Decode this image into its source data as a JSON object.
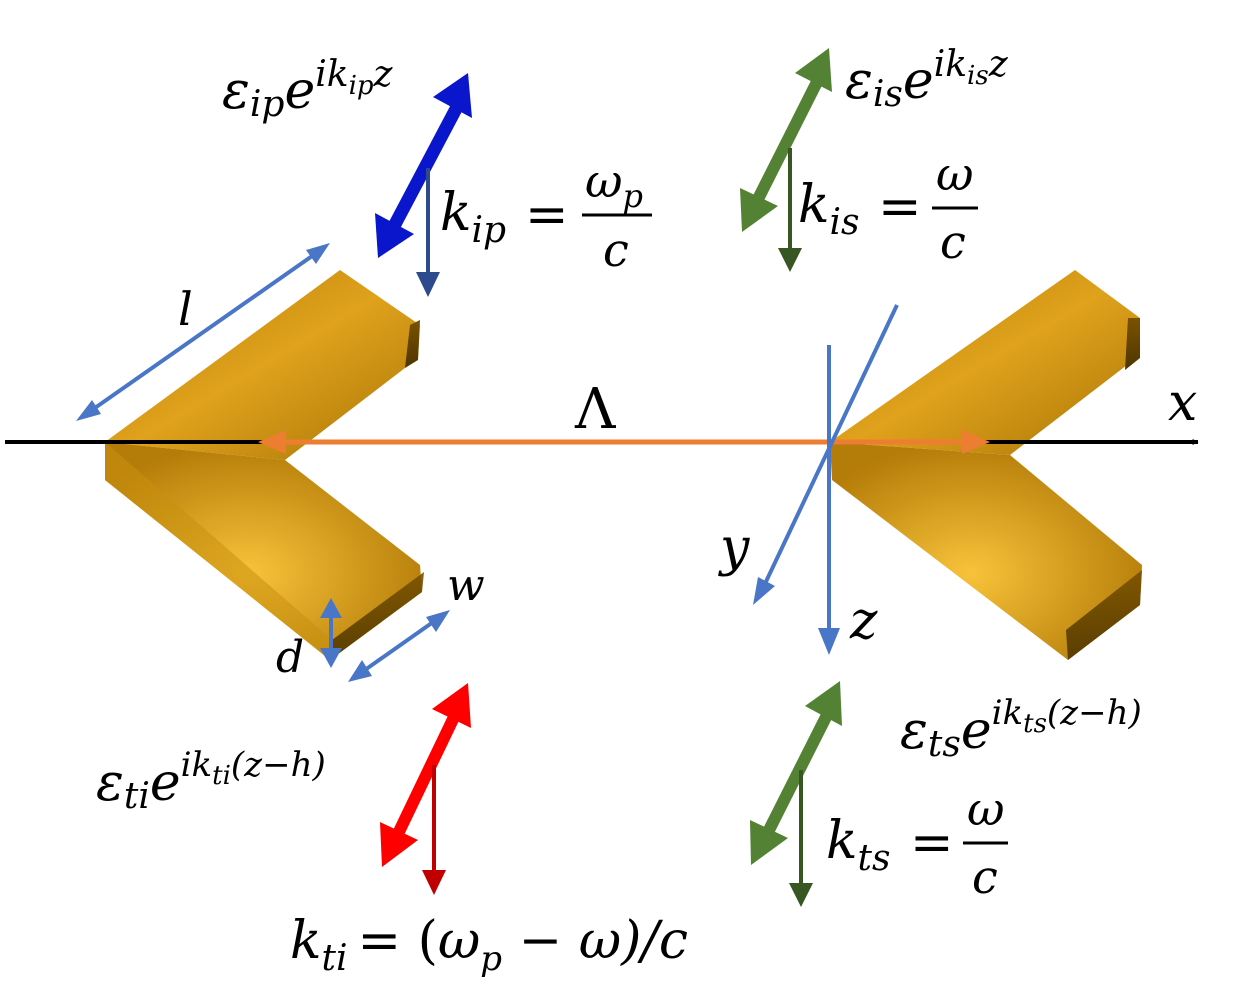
{
  "dims": {
    "length": "l",
    "width": "w",
    "thickness": "d",
    "period": "Λ"
  },
  "axes": {
    "x": "x",
    "y": "y",
    "z": "z"
  },
  "fields": {
    "incident_pump": {
      "amp": "ε",
      "amp_sub": "ip",
      "exp_base": "e",
      "exp": "ik",
      "exp_sub": "ip",
      "exp_tail": "z"
    },
    "incident_signal": {
      "amp": "ε",
      "amp_sub": "is",
      "exp_base": "e",
      "exp": "ik",
      "exp_sub": "is",
      "exp_tail": "z"
    },
    "transmitted_idler": {
      "amp": "ε",
      "amp_sub": "ti",
      "exp_base": "e",
      "exp": "ik",
      "exp_sub": "ti",
      "exp_tail": "(z−h)"
    },
    "transmitted_signal": {
      "amp": "ε",
      "amp_sub": "ts",
      "exp_base": "e",
      "exp": "ik",
      "exp_sub": "ts",
      "exp_tail": "(z−h)"
    }
  },
  "wavevectors": {
    "k_ip": {
      "k": "k",
      "sub": "ip",
      "eq": "=",
      "num": "ω",
      "num_sub": "p",
      "den": "c"
    },
    "k_is": {
      "k": "k",
      "sub": "is",
      "eq": "=",
      "num": "ω",
      "den": "c"
    },
    "k_ts": {
      "k": "k",
      "sub": "ts",
      "eq": "=",
      "num": "ω",
      "den": "c"
    },
    "k_ti": {
      "k": "k",
      "sub": "ti",
      "eq": "= (",
      "omega_p": "ω",
      "p_sub": "p",
      "rest": " − ω)/c"
    }
  },
  "colors": {
    "gold_light": "#f3b62a",
    "gold": "#c98f0e",
    "gold_dark": "#7a5200",
    "dim_blue": "#4a76c8",
    "pump_blue": "#0a16cc",
    "pump_k": "#2c4a8c",
    "signal_green": "#548235",
    "signal_k": "#375623",
    "idler_red": "#ff0000",
    "idler_k": "#c00000",
    "period_orange": "#ed7d31",
    "axis_black": "#000000"
  }
}
